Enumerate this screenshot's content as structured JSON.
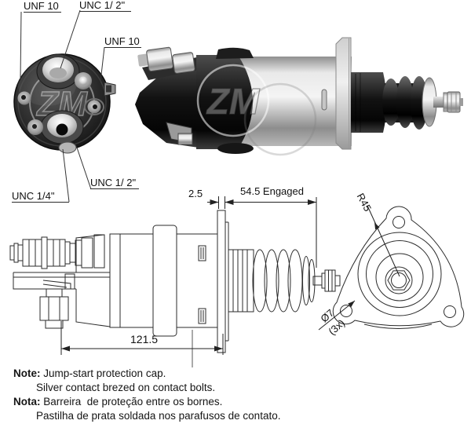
{
  "watermark": "ZM",
  "end_view": {
    "labels": {
      "unf10_top": "UNF 10",
      "unc12_top": "UNC 1/ 2\"",
      "unf10_right": "UNF 10",
      "unc12_bottom": "UNC 1/ 2\"",
      "unc14_bottom": "UNC 1/4\""
    }
  },
  "side_drawing": {
    "dim_flange_thickness": "2.5",
    "dim_engaged": "54.5 Engaged",
    "dim_length": "121.5"
  },
  "front_drawing": {
    "dim_radius": "R45",
    "dim_hole_diameter": "Ø7",
    "dim_hole_count": "(3x)"
  },
  "notes": {
    "en_label": "Note:",
    "en_line1": "Jump-start protection cap.",
    "en_line2": "Silver contact brezed on contact bolts.",
    "pt_label": "Nota:",
    "pt_line1": "Barreira  de proteção entre os bornes.",
    "pt_line2": "Pastilha de prata soldada nos parafusos de contato."
  },
  "colors": {
    "background": "#ffffff",
    "line": "#2b2b2b",
    "text": "#111111",
    "photo_black": "#0c0c0c",
    "photo_metal_light": "#f2f2f2",
    "photo_metal_dark": "#8a8a8a"
  }
}
